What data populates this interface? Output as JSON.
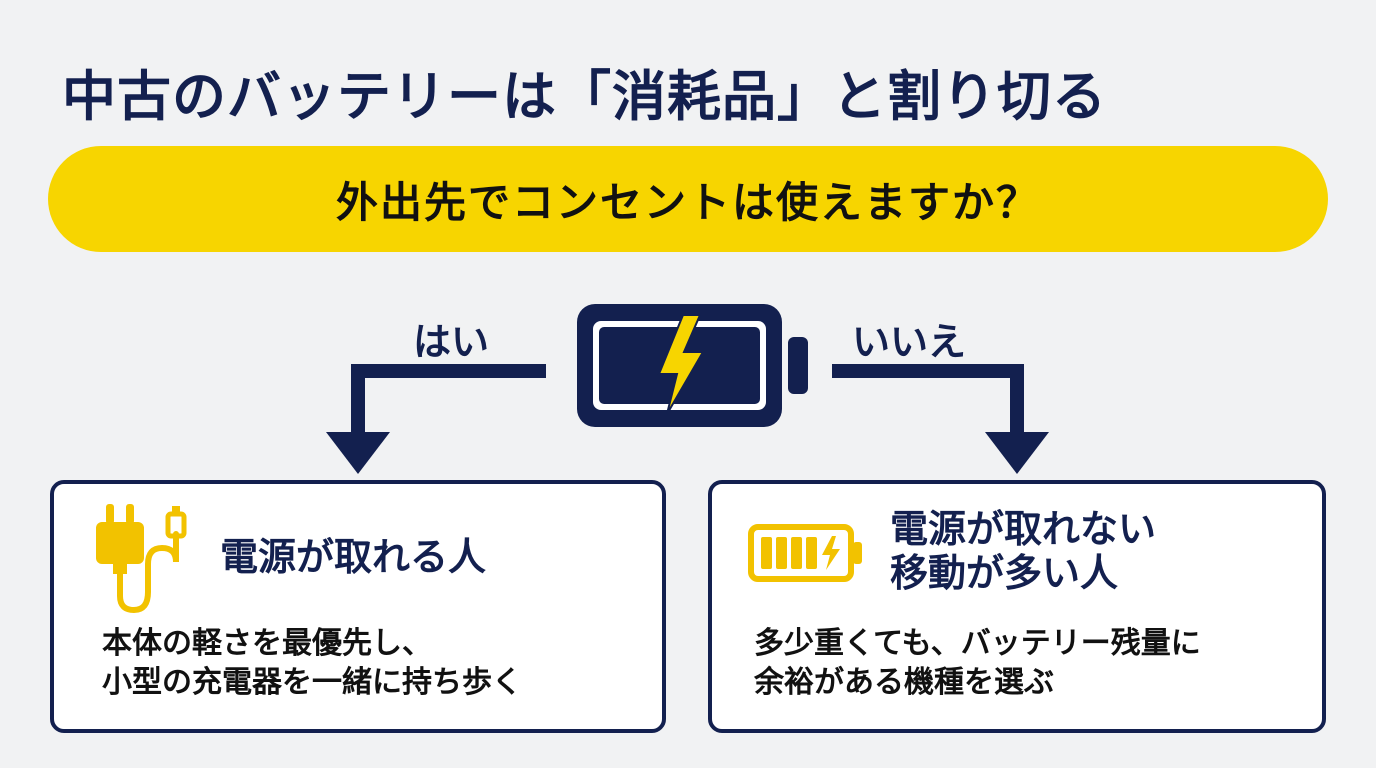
{
  "title": "中古のバッテリーは「消耗品」と割り切る",
  "question": "外出先でコンセントは使えますか？",
  "branches": {
    "yes": "はい",
    "no": "いいえ"
  },
  "cards": {
    "left": {
      "heading": [
        "電源が取れる人"
      ],
      "body": [
        "本体の軽さを最優先し、",
        "小型の充電器を一緒に持ち歩く"
      ],
      "icon": "charger-plug-icon"
    },
    "right": {
      "heading": [
        "電源が取れない",
        "移動が多い人"
      ],
      "body": [
        "多少重くても、バッテリー残量に",
        "余裕がある機種を選ぶ"
      ],
      "icon": "battery-full-icon"
    }
  },
  "colors": {
    "navy": "#13204f",
    "yellow": "#f7d500",
    "background": "#f1f2f3",
    "card": "#ffffff"
  }
}
